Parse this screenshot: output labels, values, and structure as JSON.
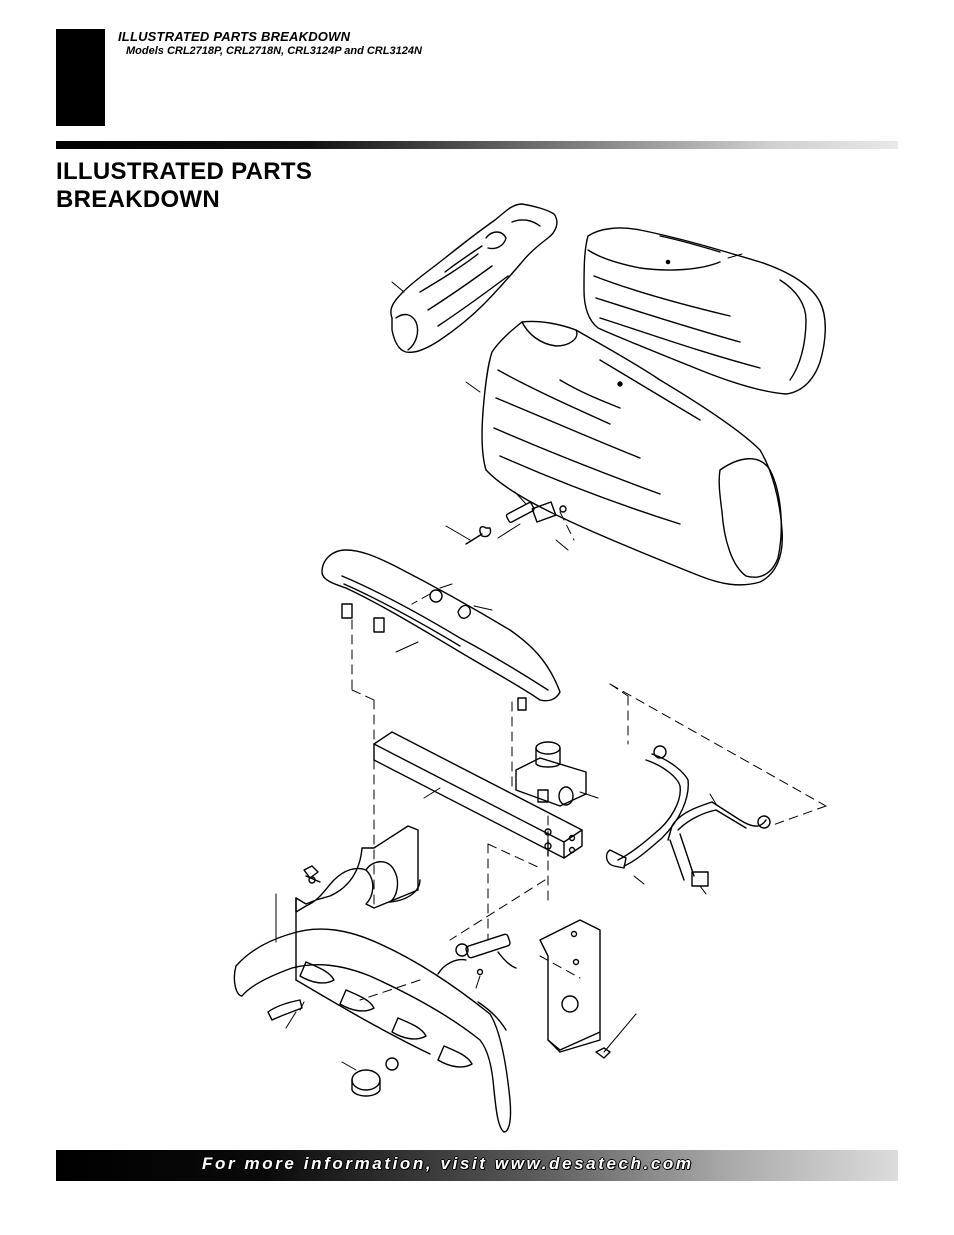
{
  "header": {
    "title": "ILLUSTRATED PARTS BREAKDOWN",
    "subtitle": "Models CRL2718P, CRL2718N, CRL3124P and CRL3124N"
  },
  "heading": {
    "line1": "ILLUSTRATED PARTS",
    "line2": "BREAKDOWN"
  },
  "footer": {
    "text": "For more information, visit www.desatech.com"
  },
  "colors": {
    "ink": "#000000",
    "paper": "#ffffff"
  }
}
